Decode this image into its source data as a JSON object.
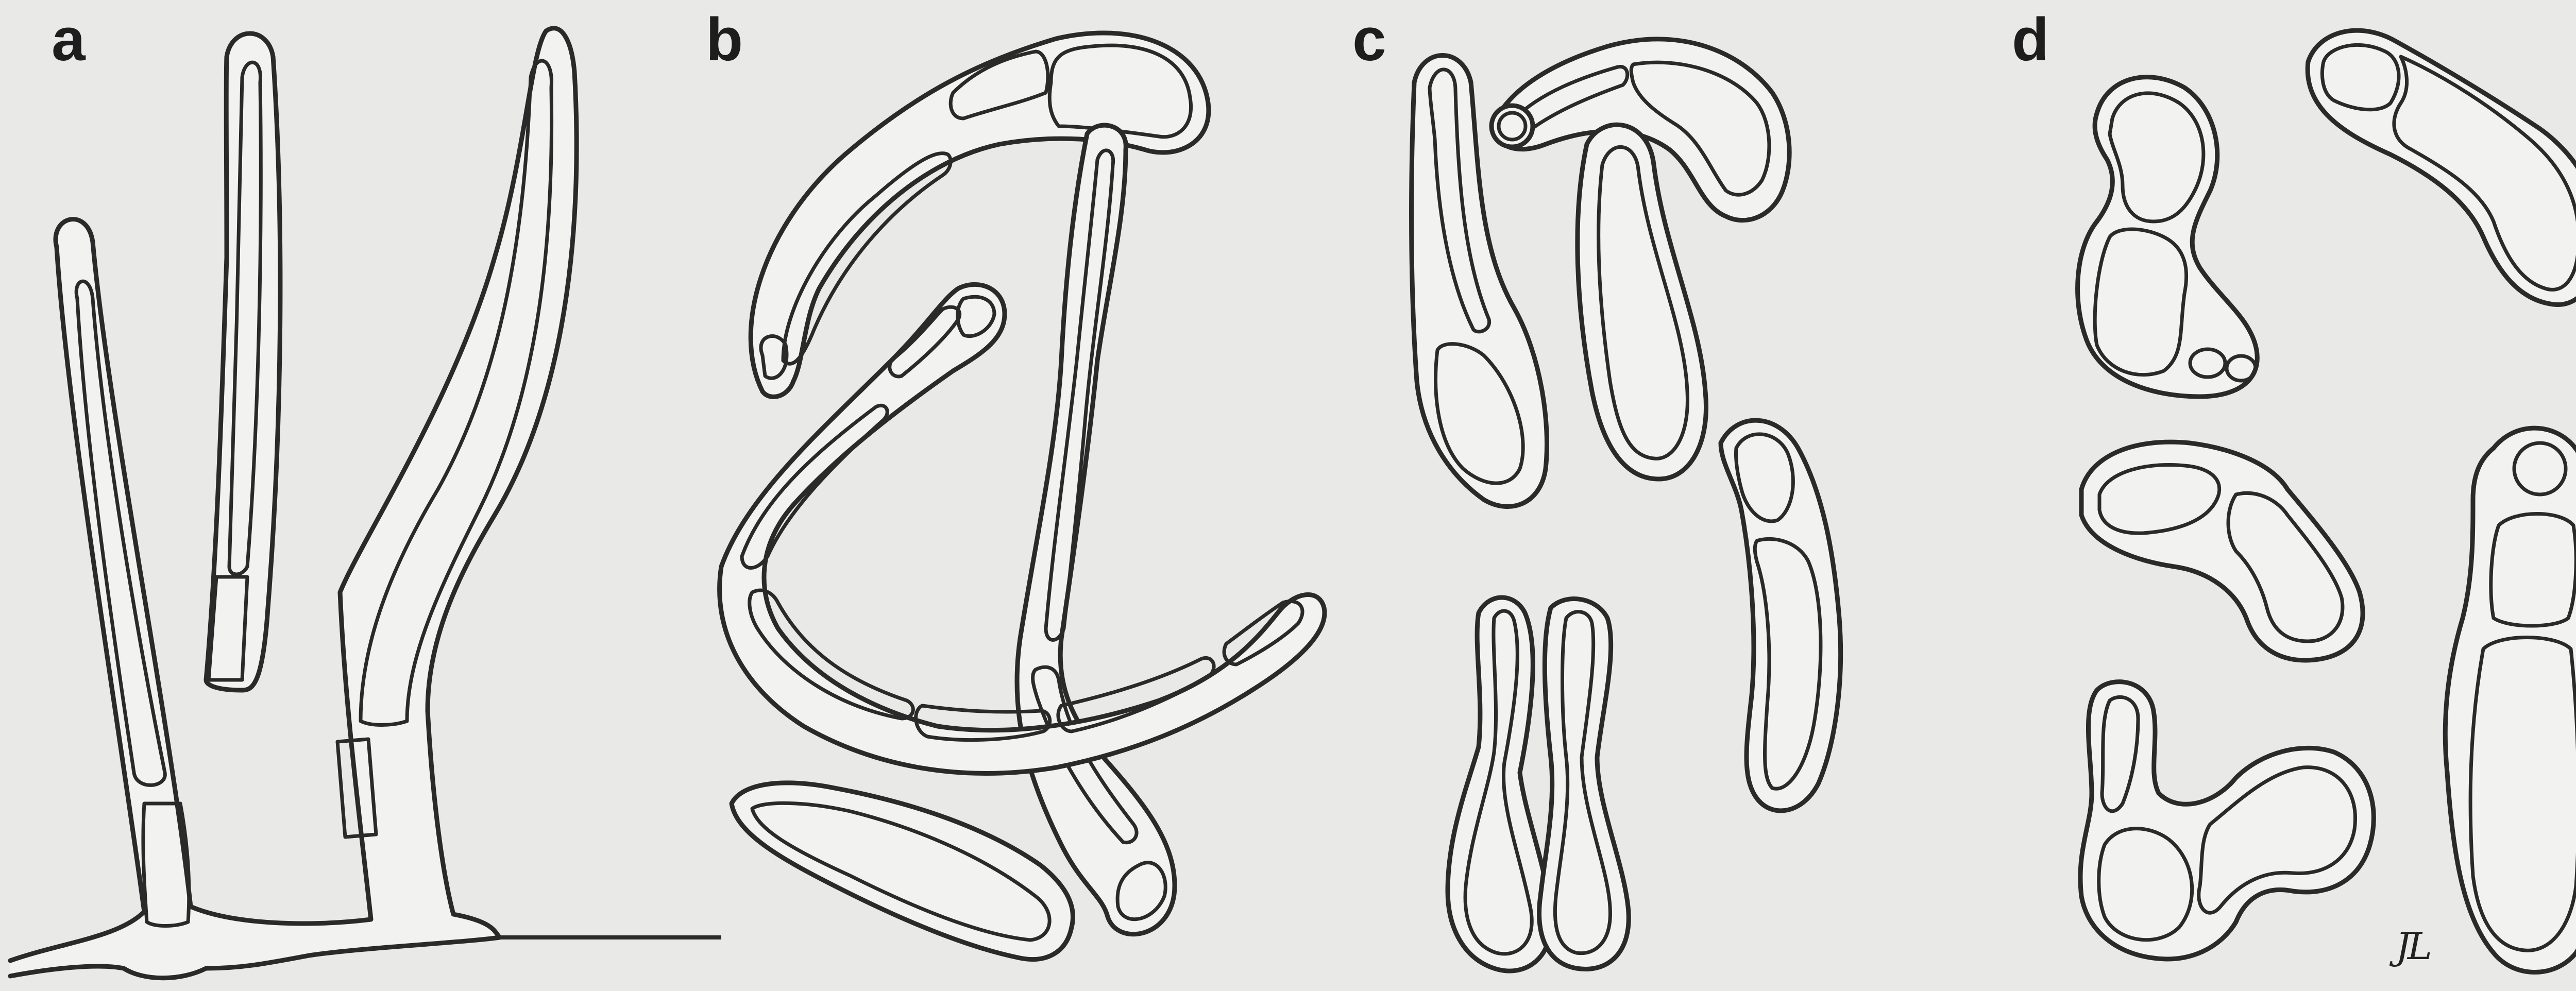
{
  "figure": {
    "panels": [
      {
        "label": "a"
      },
      {
        "label": "b"
      },
      {
        "label": "c"
      },
      {
        "label": "d"
      }
    ],
    "signature": "JL"
  }
}
